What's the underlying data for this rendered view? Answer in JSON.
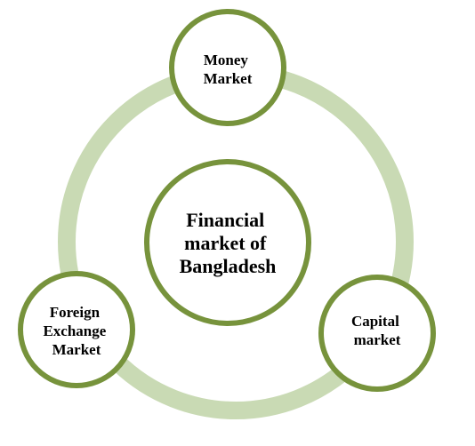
{
  "diagram": {
    "type": "cycle",
    "center": {
      "lines": [
        "Financial",
        "market of",
        "Bangladesh"
      ]
    },
    "nodes": [
      {
        "lines": [
          "Money",
          "Market"
        ]
      },
      {
        "lines": [
          "Capital",
          "market"
        ]
      },
      {
        "lines": [
          "Foreign",
          "Exchange",
          "Market"
        ]
      }
    ]
  },
  "colors": {
    "ring": "#c9dab4",
    "node_border": "#77933c",
    "node_fill": "#ffffff",
    "text": "#000000"
  }
}
